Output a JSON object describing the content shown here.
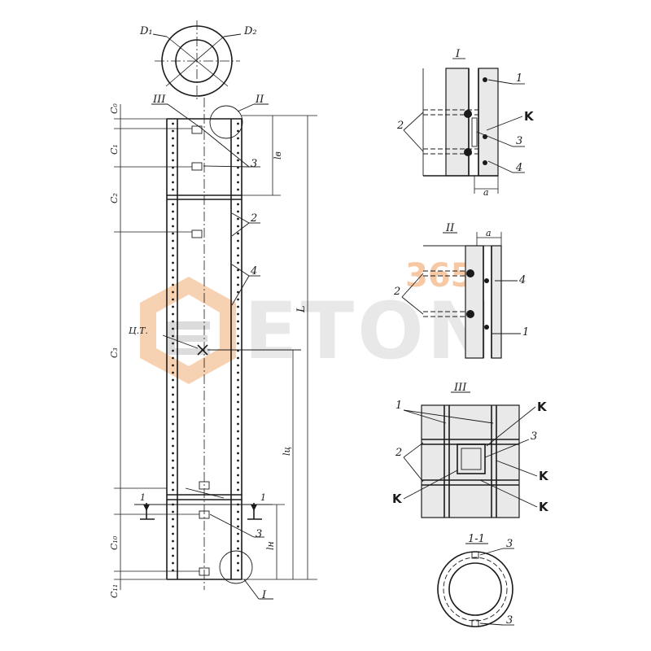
{
  "watermark": {
    "number": "365",
    "text": "ETON",
    "accent_color": "#f39a5a",
    "gray_color": "#d8d8d8"
  },
  "labels": {
    "D1": "D₁",
    "D2": "D₂",
    "III": "III",
    "II": "II",
    "I": "I",
    "one": "1",
    "two": "2",
    "three": "3",
    "four": "4",
    "K": "K",
    "C0": "C₀",
    "C1": "C₁",
    "C2": "C₂",
    "C3": "C₃",
    "C10": "C₁₀",
    "C11": "C₁₁",
    "lB": "lв",
    "L": "L",
    "lU": "lц",
    "lH": "lн",
    "CT": "Ц.Т.",
    "a": "a",
    "section": "1-1"
  }
}
